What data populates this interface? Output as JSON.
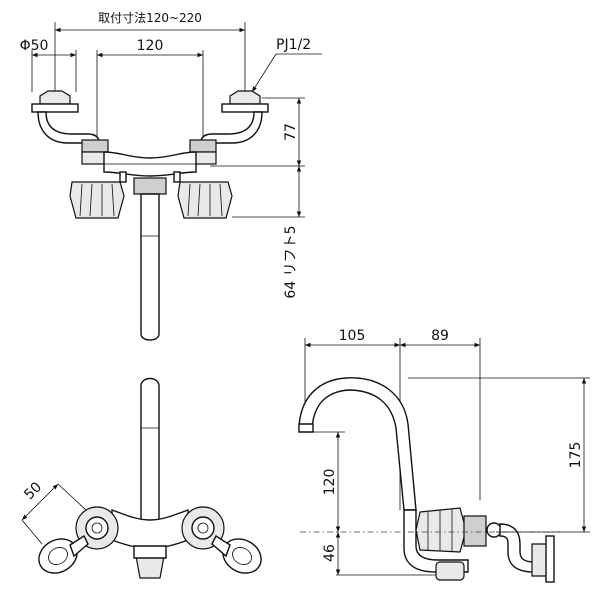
{
  "labels": {
    "mount_range": "取付寸法120~220",
    "diameter": "Φ50",
    "center_120": "120",
    "thread": "PJ1/2",
    "dim_77": "77",
    "dim_64": "64 リフト5",
    "dim_105": "105",
    "dim_89": "89",
    "dim_175": "175",
    "dim_120_side": "120",
    "dim_46": "46",
    "dim_50_bottom": "50"
  }
}
